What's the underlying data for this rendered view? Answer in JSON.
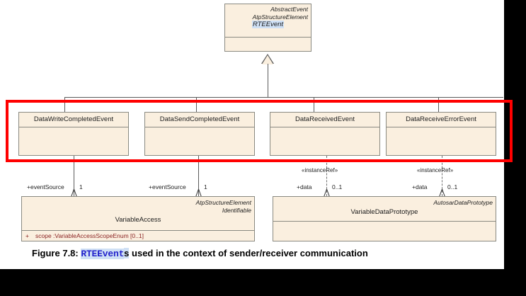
{
  "figure": {
    "caption_prefix": "Figure 7.8: ",
    "caption_code": "RTEEvent",
    "caption_code_suffix": "s",
    "caption_rest": " used in the context of sender/receiver communication"
  },
  "colors": {
    "class_fill": "#faefdf",
    "class_border": "#8a8a82",
    "attribute_text": "#8a2222",
    "annotation_red": "#ff0000",
    "highlight_blue": "#cfe0f5",
    "code_blue": "#2222cc"
  },
  "classes": {
    "root": {
      "stereotypes": [
        "AbstractEvent",
        "AtpStructureElement"
      ],
      "name": "RTEEvent",
      "abstract": true,
      "highlighted": true
    },
    "subclasses": [
      {
        "name": "DataWriteCompletedEvent"
      },
      {
        "name": "DataSendCompletedEvent"
      },
      {
        "name": "DataReceivedEvent"
      },
      {
        "name": "DataReceiveErrorEvent"
      }
    ],
    "variable_access": {
      "stereotypes": [
        "AtpStructureElement",
        "Identifiable"
      ],
      "name": "VariableAccess",
      "attributes": [
        {
          "visibility": "+",
          "text": "scope  :VariableAccessScopeEnum [0..1]"
        }
      ]
    },
    "variable_data_prototype": {
      "stereotypes": [
        "AutosarDataPrototype"
      ],
      "name": "VariableDataPrototype"
    }
  },
  "associations": [
    {
      "role": "+eventSource",
      "multiplicity": "1",
      "stereotype": "",
      "style": "solid",
      "source": "DataWriteCompletedEvent",
      "target": "VariableAccess"
    },
    {
      "role": "+eventSource",
      "multiplicity": "1",
      "stereotype": "",
      "style": "solid",
      "source": "DataSendCompletedEvent",
      "target": "VariableAccess"
    },
    {
      "role": "+data",
      "multiplicity": "0..1",
      "stereotype": "«instanceRef»",
      "style": "dashed",
      "source": "DataReceivedEvent",
      "target": "VariableDataPrototype"
    },
    {
      "role": "+data",
      "multiplicity": "0..1",
      "stereotype": "«instanceRef»",
      "style": "dashed",
      "source": "DataReceiveErrorEvent",
      "target": "VariableDataPrototype"
    }
  ],
  "generalization": {
    "type": "generalization",
    "parent": "RTEEvent",
    "children": [
      "DataWriteCompletedEvent",
      "DataSendCompletedEvent",
      "DataReceivedEvent",
      "DataReceiveErrorEvent"
    ]
  }
}
